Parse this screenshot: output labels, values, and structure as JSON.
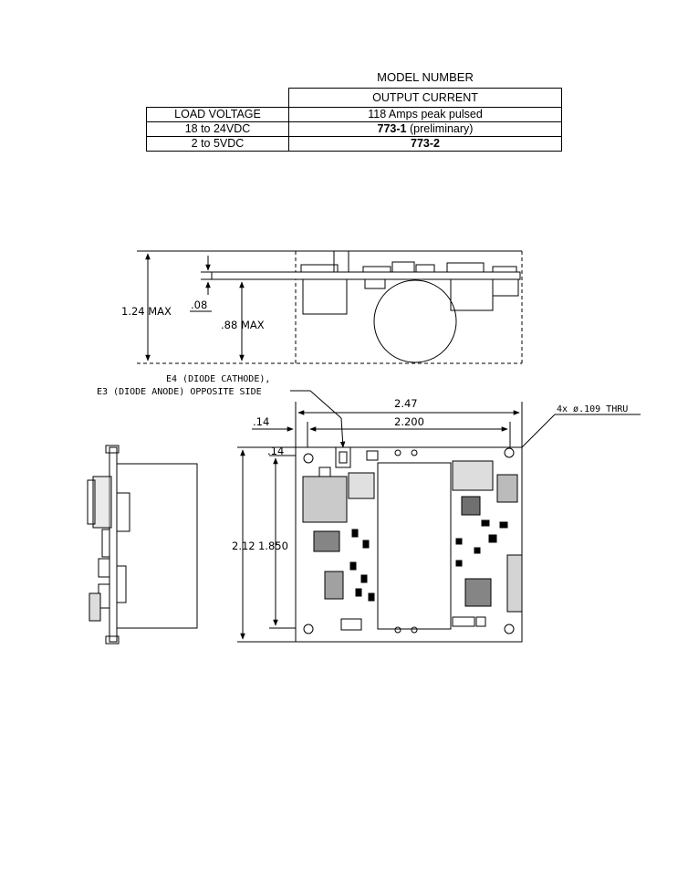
{
  "table": {
    "model_number_label": "MODEL NUMBER",
    "output_current_label": "OUTPUT CURRENT",
    "load_voltage_label": "LOAD VOLTAGE",
    "current_value": "118 Amps peak pulsed",
    "rows": [
      {
        "voltage": "18 to 24VDC",
        "model": "773-1",
        "note": "(preliminary)"
      },
      {
        "voltage": "2 to 5VDC",
        "model": "773-2",
        "note": ""
      }
    ]
  },
  "drawing": {
    "side_view": {
      "height_max": "1.24 MAX",
      "board_thickness": ".08",
      "below_board_max": ".88 MAX"
    },
    "top_view": {
      "callout_line1": "E4 (DIODE CATHODE),",
      "callout_line2": "E3 (DIODE ANODE) OPPOSITE SIDE",
      "overall_width": "2.47",
      "hole_spacing_x": "2.200",
      "edge_offset_x": ".14",
      "edge_offset_y": ".14",
      "overall_height": "2.12",
      "hole_spacing_y": "1.850",
      "hole_callout": "4x ø.109 THRU"
    }
  }
}
